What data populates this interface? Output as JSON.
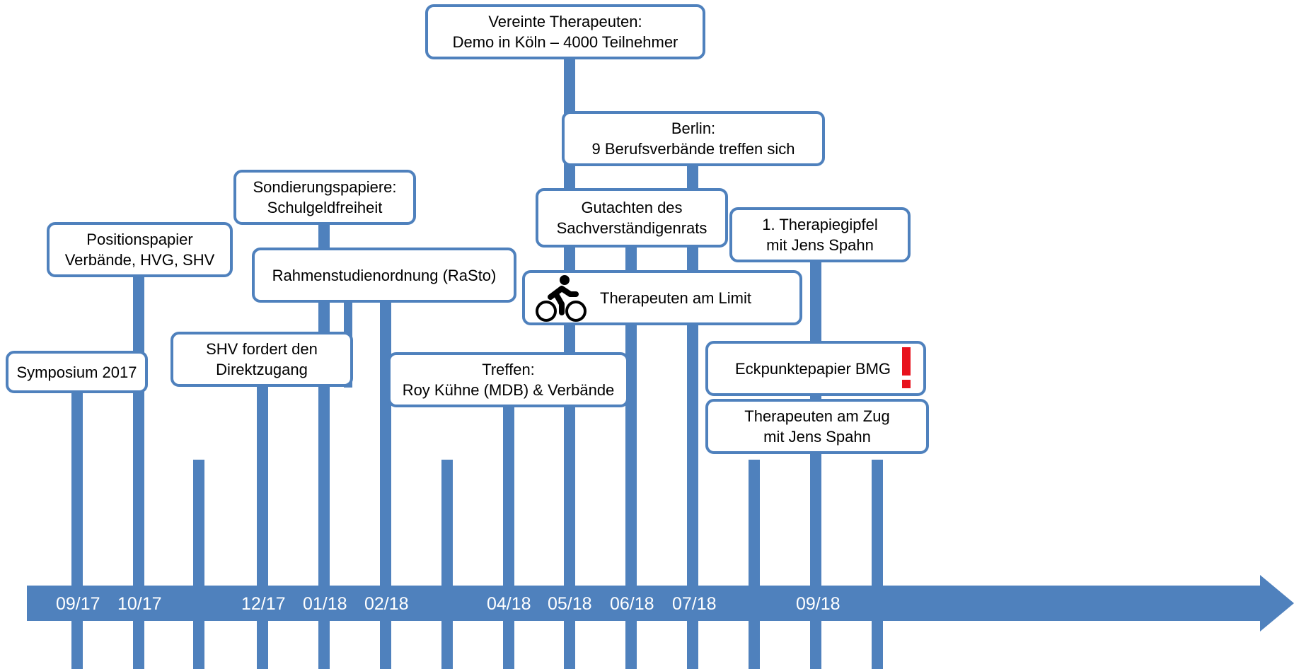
{
  "colors": {
    "accent": "#4f81bd",
    "alert": "#e8121d",
    "text": "#000000"
  },
  "axis_labels": [
    "09/17",
    "10/17",
    "12/17",
    "01/18",
    "02/18",
    "04/18",
    "05/18",
    "06/18",
    "07/18",
    "09/18"
  ],
  "events": {
    "symposium": {
      "lines": [
        "Symposium 2017"
      ]
    },
    "positionspapier": {
      "lines": [
        "Positionspapier",
        "Verbände, HVG, SHV"
      ]
    },
    "shv_direktzugang": {
      "lines": [
        "SHV fordert den",
        "Direktzugang"
      ]
    },
    "sondierungspapiere": {
      "lines": [
        "Sondierungspapiere:",
        "Schulgeldfreiheit"
      ]
    },
    "rasto": {
      "lines": [
        "Rahmenstudienordnung (RaSto)"
      ]
    },
    "treffen_kuehne": {
      "lines": [
        "Treffen:",
        "Roy Kühne (MDB) & Verbände"
      ]
    },
    "demo_koeln": {
      "lines": [
        "Vereinte Therapeuten:",
        "Demo in Köln – 4000 Teilnehmer"
      ]
    },
    "berlin": {
      "lines": [
        "Berlin:",
        "9 Berufsverbände treffen sich"
      ]
    },
    "gutachten": {
      "lines": [
        "Gutachten des",
        "Sachverständigenrats"
      ]
    },
    "am_limit": {
      "lines": [
        "Therapeuten am Limit"
      ],
      "icon": "cyclist-icon"
    },
    "therapiegipfel": {
      "lines": [
        "1. Therapiegipfel",
        "mit Jens Spahn"
      ]
    },
    "eckpunkte": {
      "lines": [
        "Eckpunktepapier BMG"
      ],
      "icon": "exclamation-icon"
    },
    "am_zug": {
      "lines": [
        "Therapeuten am Zug",
        "mit Jens Spahn"
      ]
    }
  }
}
